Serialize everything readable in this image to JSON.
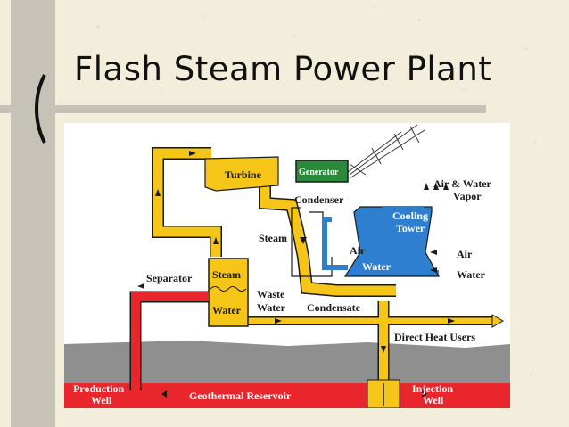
{
  "slide": {
    "title": "Flash Steam Power Plant"
  },
  "diagram": {
    "labels": {
      "turbine": "Turbine",
      "generator": "Generator",
      "condenser": "Condenser",
      "steam_pipe": "Steam",
      "cooling_tower_line1": "Cooling",
      "cooling_tower_line2": "Tower",
      "air_water_vapor_line1": "Air & Water",
      "air_water_vapor_line2": "Vapor",
      "air_in_tower": "Air",
      "water_in_tower": "Water",
      "air_right": "Air",
      "water_right": "Water",
      "separator": "Separator",
      "separator_steam": "Steam",
      "separator_water": "Water",
      "waste_water_line1": "Waste",
      "waste_water_line2": "Water",
      "condensate": "Condensate",
      "direct_heat_users": "Direct Heat Users",
      "production_well_line1": "Production",
      "production_well_line2": "Well",
      "geothermal_reservoir": "Geothermal Reservoir",
      "injection_well_line1": "Injection",
      "injection_well_line2": "Well"
    },
    "colors": {
      "steam_pipe": "#f5c518",
      "hot_pipe": "#e8262b",
      "cooling_water": "#2e7fd0",
      "generator": "#2a8a3a",
      "ground": "#8f8f8f",
      "reservoir": "#e8262b"
    }
  }
}
